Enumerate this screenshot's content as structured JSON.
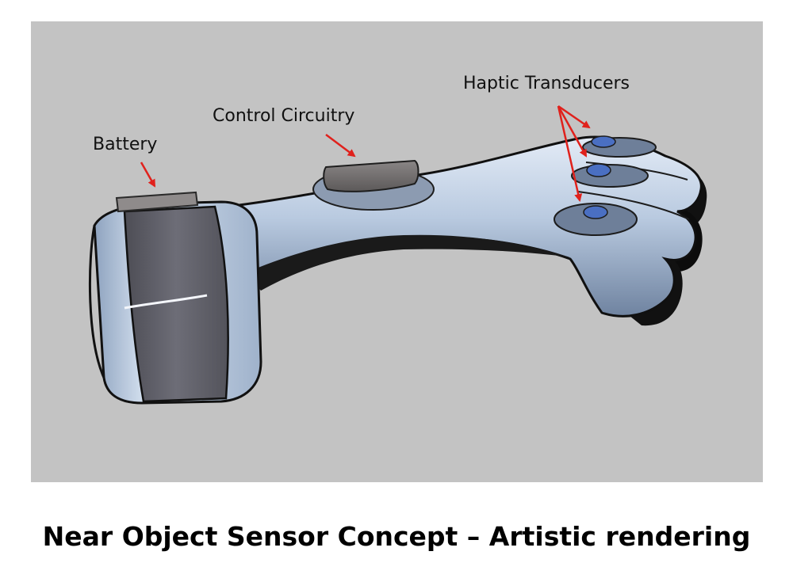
{
  "labels": {
    "battery": "Battery",
    "control_circuitry": "Control Circuitry",
    "haptic_transducers": "Haptic Transducers"
  },
  "caption": "Near Object Sensor Concept – Artistic rendering",
  "colors": {
    "background_panel": "#c3c3c3",
    "device_body": "#b8c9df",
    "band": "#5e5e66",
    "arrow": "#e0211c",
    "transducer": "#4a6fc2"
  }
}
